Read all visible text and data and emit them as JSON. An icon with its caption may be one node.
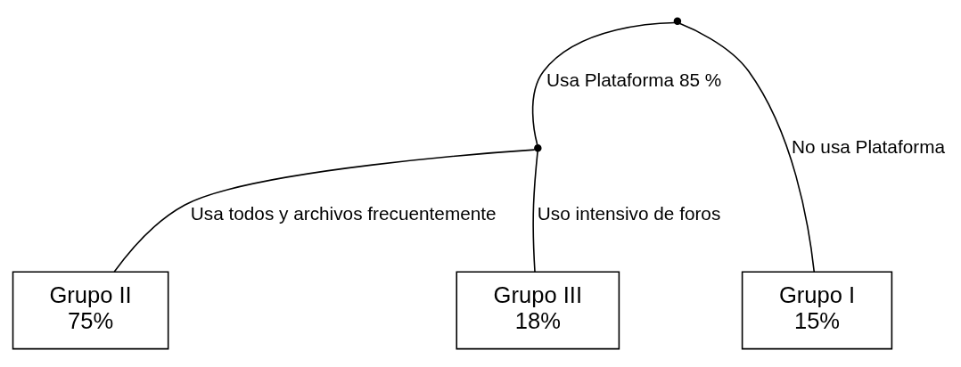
{
  "diagram": {
    "nodes": [
      {
        "text": [],
        "shape": "point"
      },
      {
        "text": [],
        "shape": "point"
      },
      {
        "text": [
          "Grupo II",
          "75%"
        ]
      },
      {
        "text": [
          "Grupo III",
          "18%"
        ]
      },
      {
        "text": [
          "Grupo I",
          "15%"
        ]
      }
    ],
    "edges": [
      {
        "from": 0,
        "to": 1,
        "arrow": "none",
        "label": "Usa Plataforma 85 %"
      },
      {
        "from": 1,
        "to": 2,
        "arrow": "none",
        "label": "Usa todos y archivos frecuentemente"
      },
      {
        "from": 1,
        "to": 3,
        "arrow": "none",
        "label": "Uso intensivo de foros"
      },
      {
        "from": 0,
        "to": 4,
        "arrow": "none",
        "label": "No usa Plataforma"
      }
    ]
  }
}
